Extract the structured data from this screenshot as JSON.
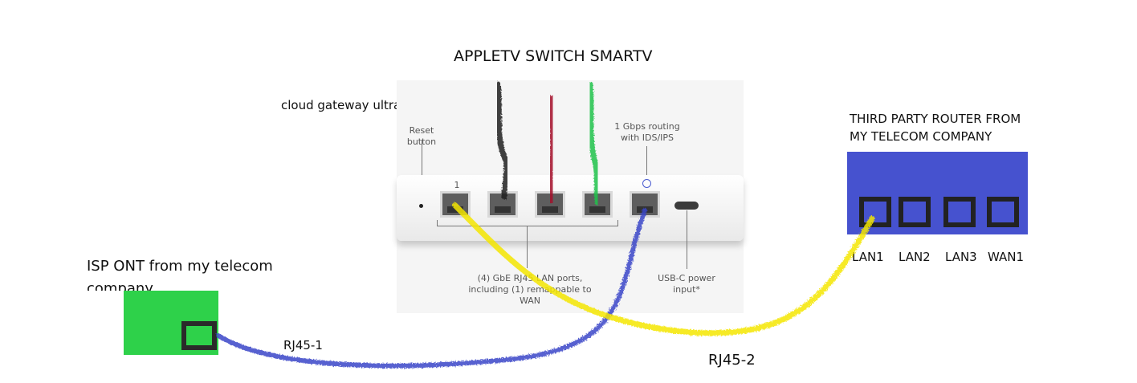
{
  "title": "APPLETV SWITCH SMARTV",
  "gateway": {
    "name": "cloud gateway ultra",
    "reset_label": "Reset button",
    "wan_label": "1 Gbps routing with IDS/IPS",
    "lan_label": "(4) GbE RJ45 LAN ports, including (1) remappable to WAN",
    "power_label": "USB-C power input*",
    "port1_number": "1"
  },
  "ont": {
    "label": "ISP ONT from my telecom company",
    "color": "#2ed14a"
  },
  "router": {
    "label": "THIRD PARTY ROUTER FROM MY TELECOM COMPANY",
    "color": "#4652cf",
    "ports": [
      "LAN1",
      "LAN2",
      "LAN3",
      "WAN1"
    ]
  },
  "cables": {
    "rj45_1": "RJ45-1",
    "rj45_2": "RJ45-2",
    "colors": {
      "wan_cable": "#3a44c8",
      "lan_cable": "#f5e600",
      "appletv": "#222222",
      "switch": "#a3102a",
      "smarttv": "#22c24a"
    }
  }
}
